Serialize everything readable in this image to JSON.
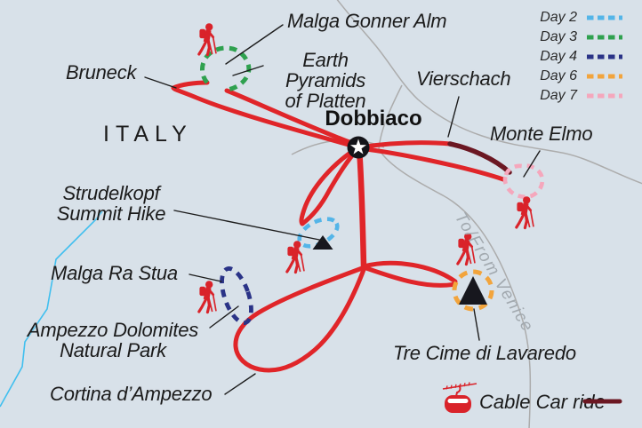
{
  "colors": {
    "background": "#D8E1E9",
    "route": "#E02529",
    "cable": "#6B1722",
    "hiker": "#D9232A",
    "peak": "#17171E",
    "marker": "#141419",
    "star": "#FFFFFF",
    "road": "#ACACAC",
    "river": "#3FBFEF",
    "pointer": "#1C1C1C"
  },
  "legend": {
    "days": [
      {
        "label": "Day 2",
        "color": "#54B5E8"
      },
      {
        "label": "Day 3",
        "color": "#2FA14F"
      },
      {
        "label": "Day 4",
        "color": "#2A3387"
      },
      {
        "label": "Day 6",
        "color": "#F2A43C"
      },
      {
        "label": "Day 7",
        "color": "#F5A7BC"
      }
    ],
    "cable_car_label": "Cable Car ride"
  },
  "map": {
    "country": "ITALY",
    "hub": "Dobbiaco",
    "labels": {
      "malga_gonner_alm": "Malga Gonner Alm",
      "bruneck": "Bruneck",
      "earth_pyramids": "Earth Pyramids\nof Platten",
      "vierschach": "Vierschach",
      "monte_elmo": "Monte Elmo",
      "strudelkopf": "Strudelkopf\nSummit Hike",
      "malga_ra_stua": "Malga Ra Stua",
      "ampezzo_park": "Ampezzo Dolomites\nNatural Park",
      "cortina": "Cortina d’Ampezzo",
      "tre_cime": "Tre Cime di Lavaredo",
      "to_from_venice": "To/From Venice"
    }
  }
}
